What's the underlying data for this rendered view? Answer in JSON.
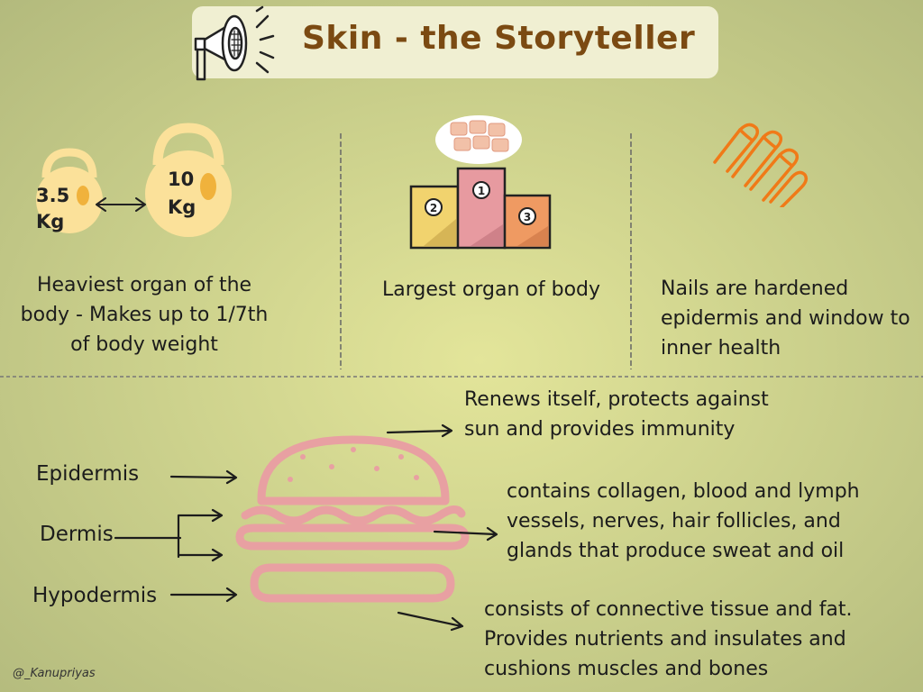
{
  "title": "Skin - the Storyteller",
  "weights": {
    "small": "3.5\nKg",
    "large": "10\nKg"
  },
  "facts": [
    {
      "text": "Heaviest organ of the body - Makes up to 1/7th of body weight",
      "icon": "kettlebell-icon"
    },
    {
      "text": "Largest organ of body",
      "icon": "podium-icon",
      "podium_ranks": [
        "2",
        "1",
        "3"
      ]
    },
    {
      "text": "Nails are hardened epidermis and window to inner health",
      "icon": "nails-icon"
    }
  ],
  "layers": [
    {
      "name": "Epidermis",
      "description": "Renews itself, protects against sun and provides immunity"
    },
    {
      "name": "Dermis",
      "description": "contains collagen, blood and lymph vessels, nerves, hair follicles, and glands that produce sweat and oil"
    },
    {
      "name": "Hypodermis",
      "description": "consists of connective tissue and fat. Provides nutrients and insulates and cushions muscles and bones"
    }
  ],
  "watermark": "@_Kanupriyas",
  "colors": {
    "title": "#7b4a12",
    "banner": "#f0efd2",
    "kettlebell": "#fbe19a",
    "kettlebell_accent": "#f0b23c",
    "podium_first": "#e79aa0",
    "podium_second": "#f1d36e",
    "podium_third": "#ef9a62",
    "burger_outline": "#e8a0a2",
    "nails": "#f07a18"
  }
}
